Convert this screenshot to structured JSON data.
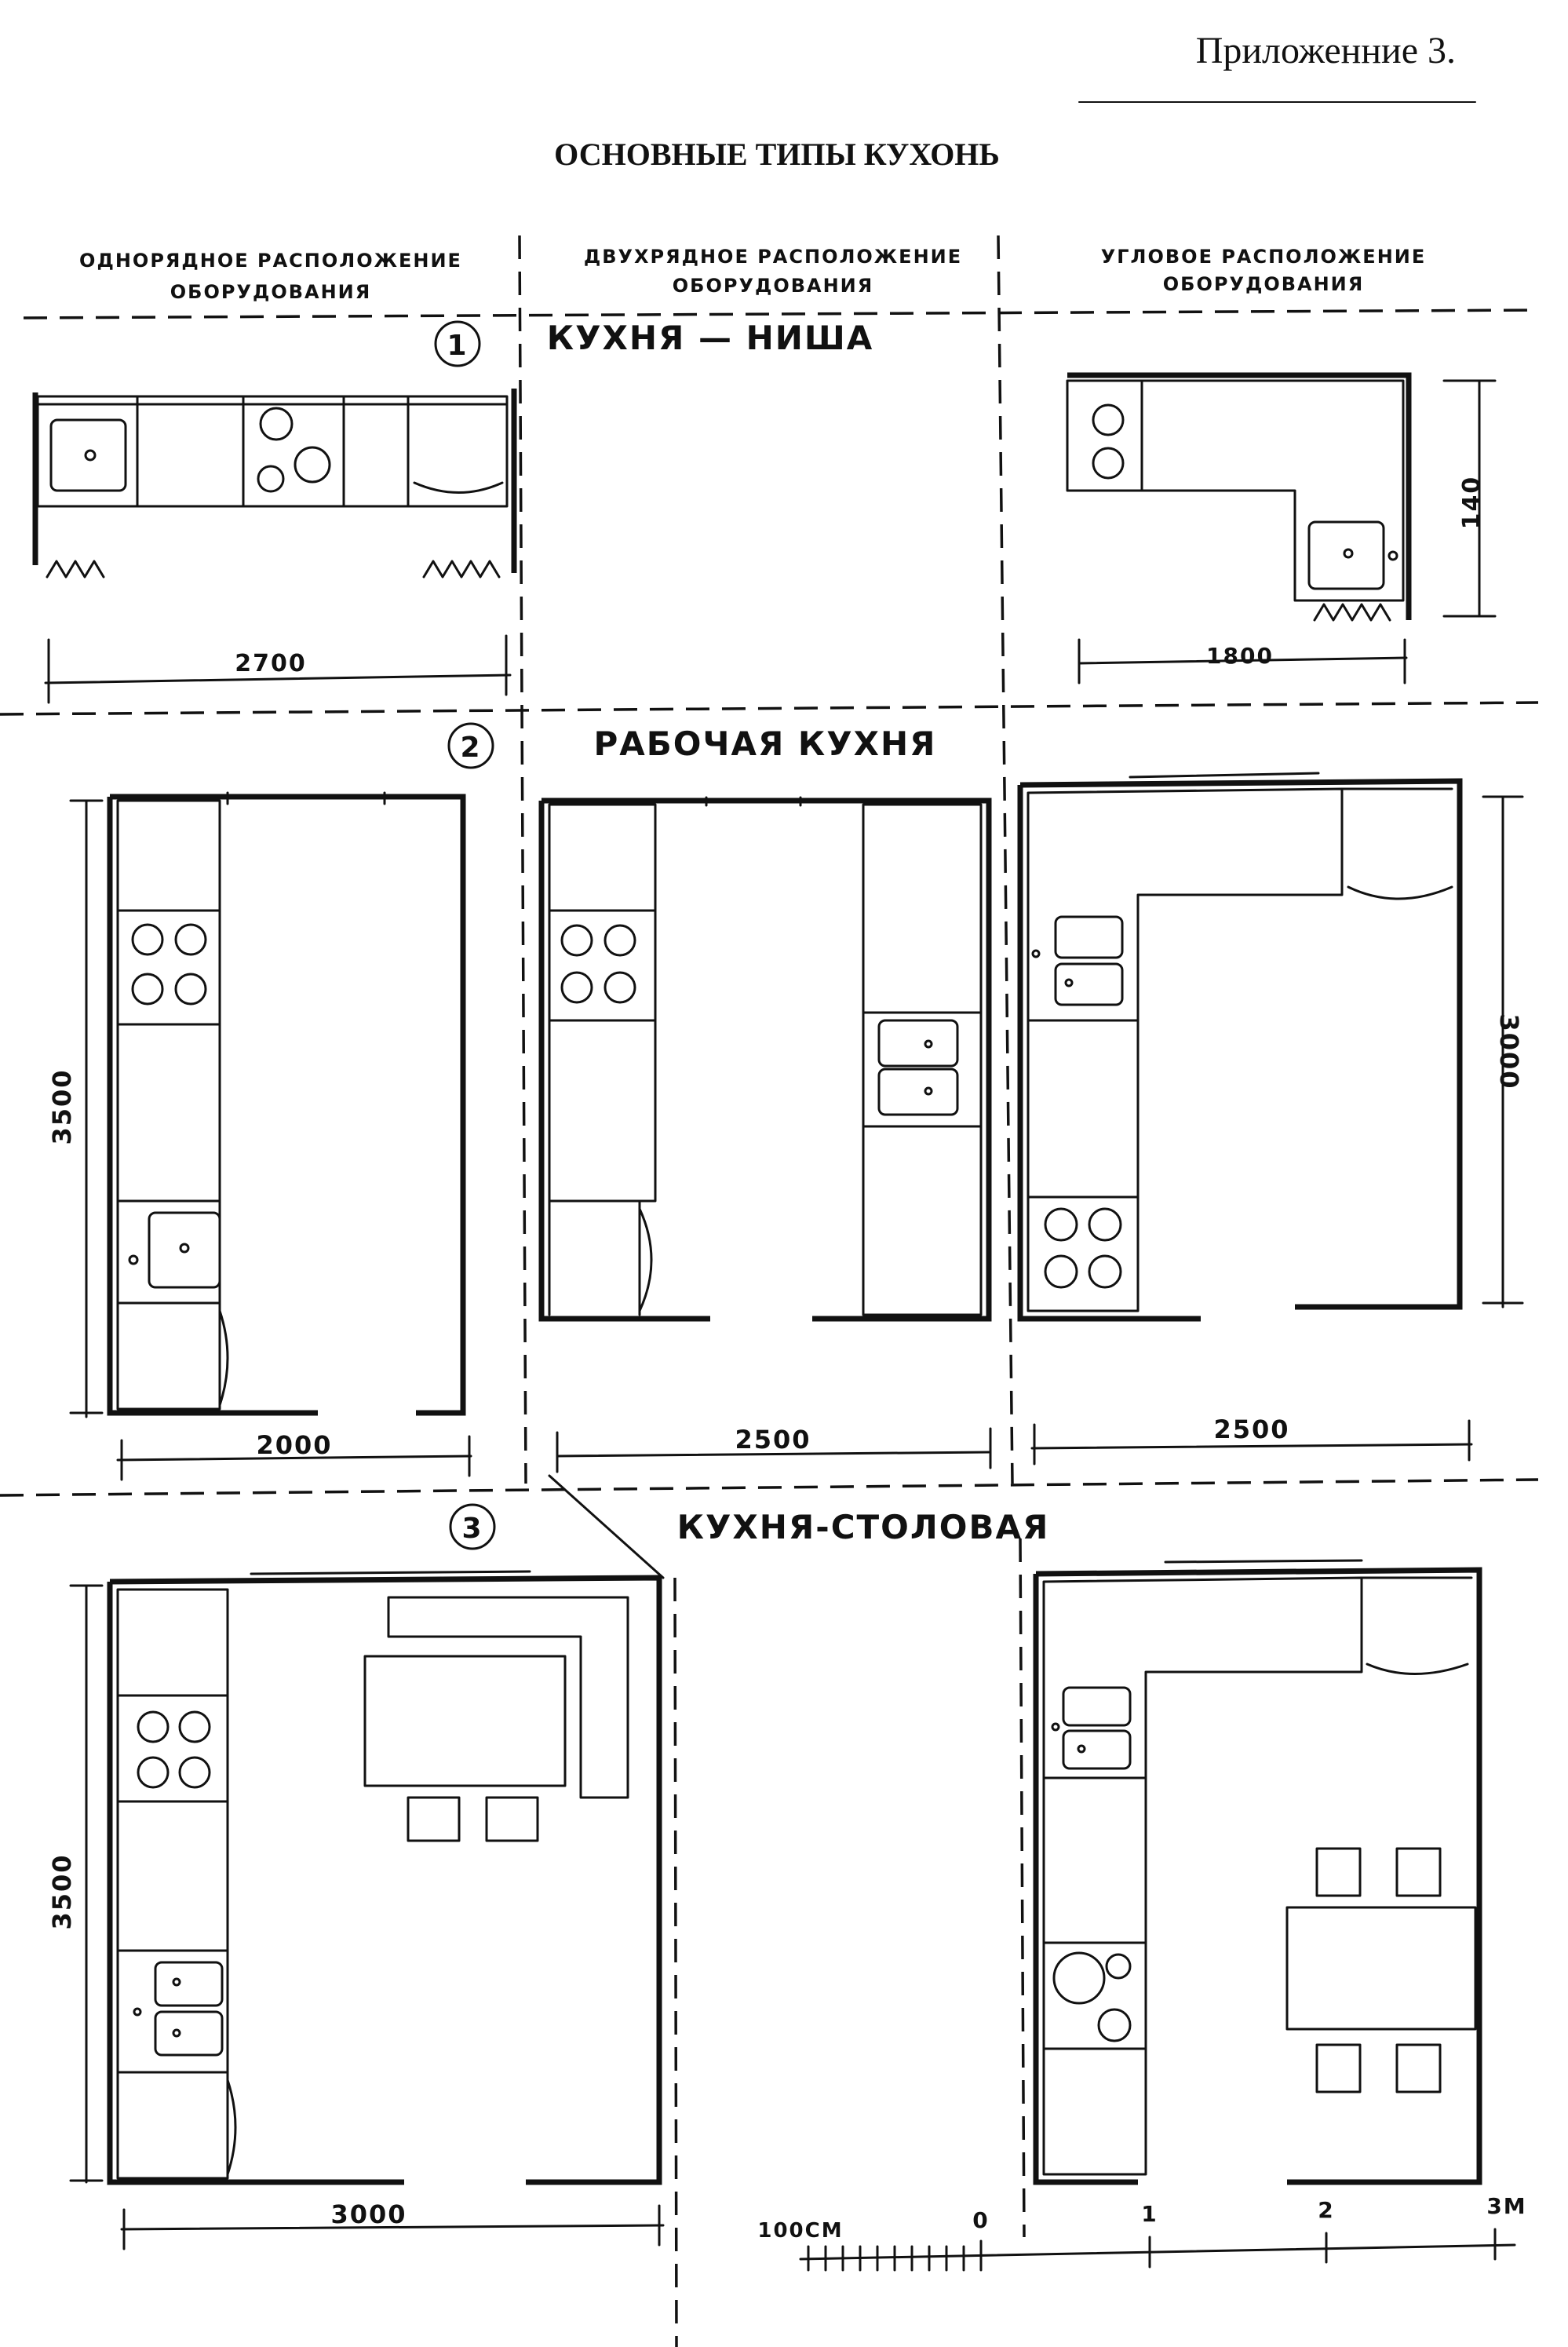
{
  "header": {
    "appendix": "Приложенние 3.",
    "title": "ОСНОВНЫЕ ТИПЫ КУХОНЬ"
  },
  "columns": {
    "single_row_1": "ОДНОРЯДНОЕ РАСПОЛОЖЕНИЕ",
    "single_row_2": "ОБОРУДОВАНИЯ",
    "double_row_1": "ДВУХРЯДНОЕ РАСПОЛОЖЕНИЕ",
    "double_row_2": "ОБОРУДОВАНИЯ",
    "corner_1": "УГЛОВОЕ РАСПОЛОЖЕНИЕ",
    "corner_2": "ОБОРУДОВАНИЯ"
  },
  "sections": {
    "niche": {
      "number": "1",
      "label": "КУХНЯ — НИША"
    },
    "working": {
      "number": "2",
      "label": "РАБОЧАЯ КУХНЯ"
    },
    "dining": {
      "number": "3",
      "label": "КУХНЯ-СТОЛОВАЯ"
    }
  },
  "dimensions": {
    "niche_single_width": "2700",
    "niche_corner_width": "1800",
    "niche_corner_height": "140",
    "working_single_width": "2000",
    "working_single_height": "3500",
    "working_double_width": "2500",
    "working_corner_width": "2500",
    "working_corner_height": "3000",
    "dining_single_width": "3000",
    "dining_single_height": "3500"
  },
  "scale": {
    "left_label": "100СМ",
    "ticks": [
      "0",
      "1",
      "2",
      "3М"
    ]
  }
}
